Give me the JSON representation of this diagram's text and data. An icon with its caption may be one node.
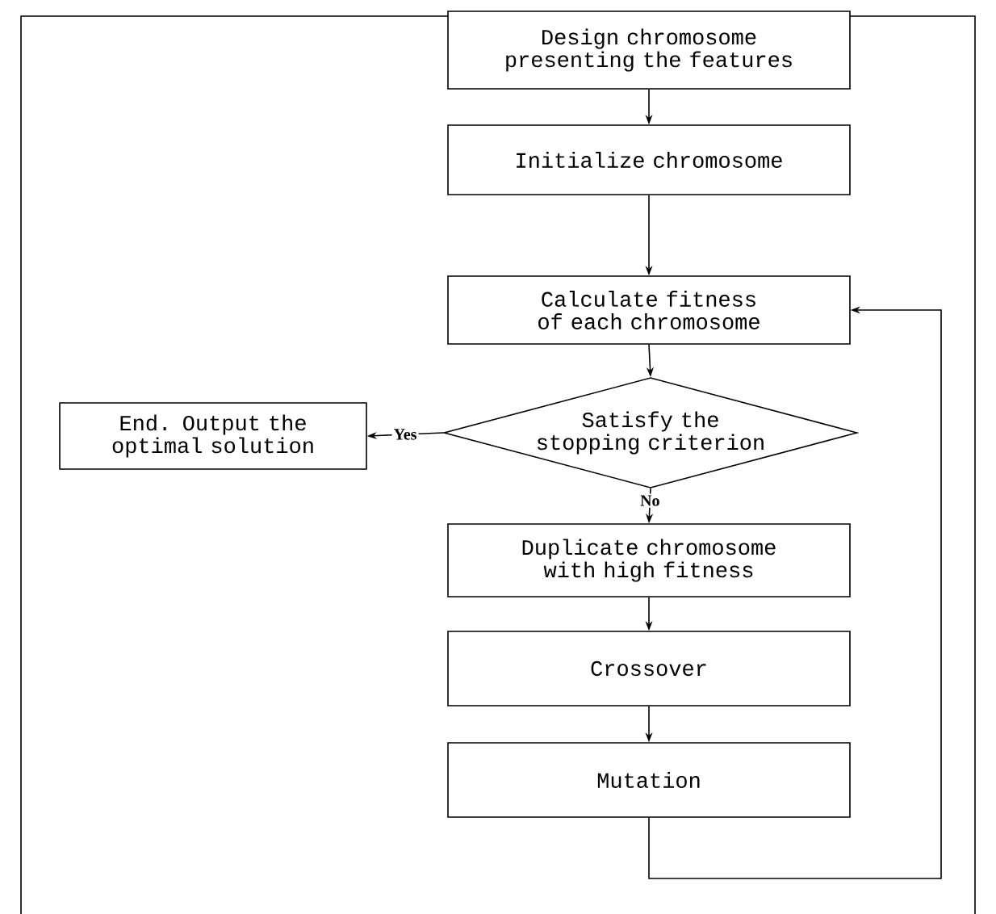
{
  "diagram": {
    "nodes": [
      {
        "text": [
          "Design chromosome presenting the features"
        ]
      },
      {
        "text": [
          "Initialize chromosome"
        ]
      },
      {
        "text": [
          "Calculate fitness of each chromosome"
        ]
      },
      {
        "text": [
          "Satisfy the stopping criterion"
        ]
      },
      {
        "text": [
          "End. Output the optimal solution"
        ]
      },
      {
        "text": [
          "Duplicate chromosome with high fitness"
        ]
      },
      {
        "text": [
          "Crossover"
        ]
      },
      {
        "text": [
          "Mutation"
        ]
      }
    ],
    "edges": [
      {
        "from": 0,
        "to": 1,
        "arrow": "to"
      },
      {
        "from": 1,
        "to": 2,
        "arrow": "to"
      },
      {
        "from": 2,
        "to": 3,
        "arrow": "to"
      },
      {
        "from": 3,
        "to": 4,
        "arrow": "to",
        "label": "Yes"
      },
      {
        "from": 3,
        "to": 5,
        "arrow": "to",
        "label": "No"
      },
      {
        "from": 5,
        "to": 6,
        "arrow": "to"
      },
      {
        "from": 6,
        "to": 7,
        "arrow": "to"
      },
      {
        "from": 7,
        "to": 2,
        "arrow": "to"
      }
    ]
  }
}
